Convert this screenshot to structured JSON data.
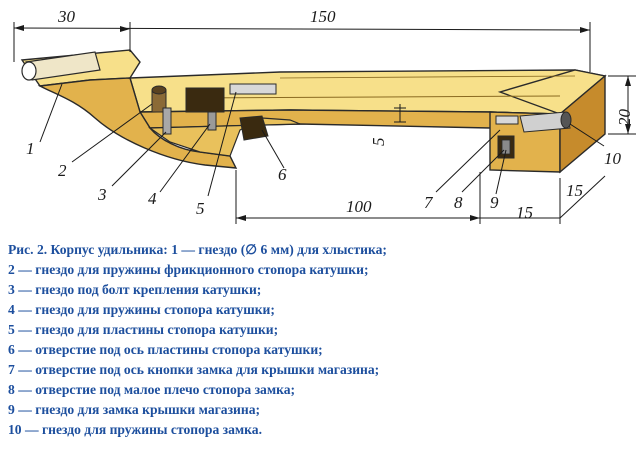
{
  "dimensions": {
    "top_left": "30",
    "top_total": "150",
    "height_right": "20",
    "slot_depth": "5",
    "bottom_length": "100",
    "bottom_width_a": "15",
    "bottom_width_b": "15"
  },
  "callouts": [
    "1",
    "2",
    "3",
    "4",
    "5",
    "6",
    "7",
    "8",
    "9",
    "10"
  ],
  "caption": [
    "Рис. 2. Корпус удильника: 1 — гнездо (∅ 6 мм) для хлыстика;",
    "2 — гнездо для пружины фрикционного стопора катушки;",
    "3 — гнездо под болт крепления катушки;",
    "4 — гнездо для пружины стопора катушки;",
    "5 — гнездо для пластины стопора катушки;",
    "6 — отверстие под ось пластины стопора катушки;",
    "7 — отверстие под ось кнопки замка для крышки магазина;",
    "8 — отверстие под малое плечо стопора замка;",
    "9 — гнездо для замка крышки магазина;",
    "10 — гнездо для пружины стопора замка."
  ],
  "colors": {
    "body_top": "#f7e08a",
    "body_side": "#e2b24c",
    "body_dark": "#c68b2c",
    "caption_text": "#1d4f9e"
  }
}
